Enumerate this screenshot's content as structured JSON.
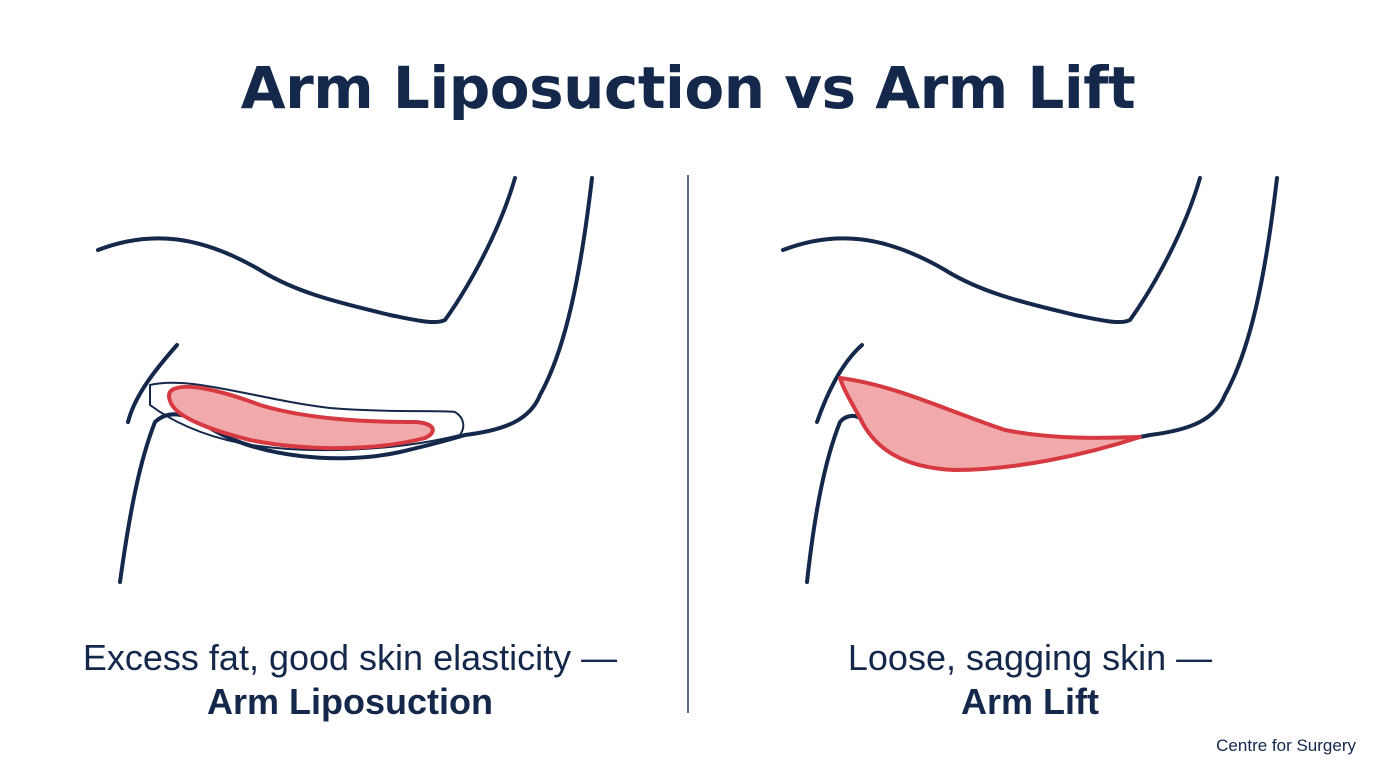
{
  "title": "Arm Liposuction vs Arm Lift",
  "left_panel": {
    "description": "Excess fat, good skin elasticity —",
    "procedure": "Arm Liposuction"
  },
  "right_panel": {
    "description": "Loose, sagging skin —",
    "procedure": "Arm Lift"
  },
  "credit": "Centre for Surgery",
  "colors": {
    "outline": "#14284b",
    "highlight_stroke": "#d63a40",
    "highlight_fill": "#f2a9ab",
    "divider": "#5c6b80"
  }
}
